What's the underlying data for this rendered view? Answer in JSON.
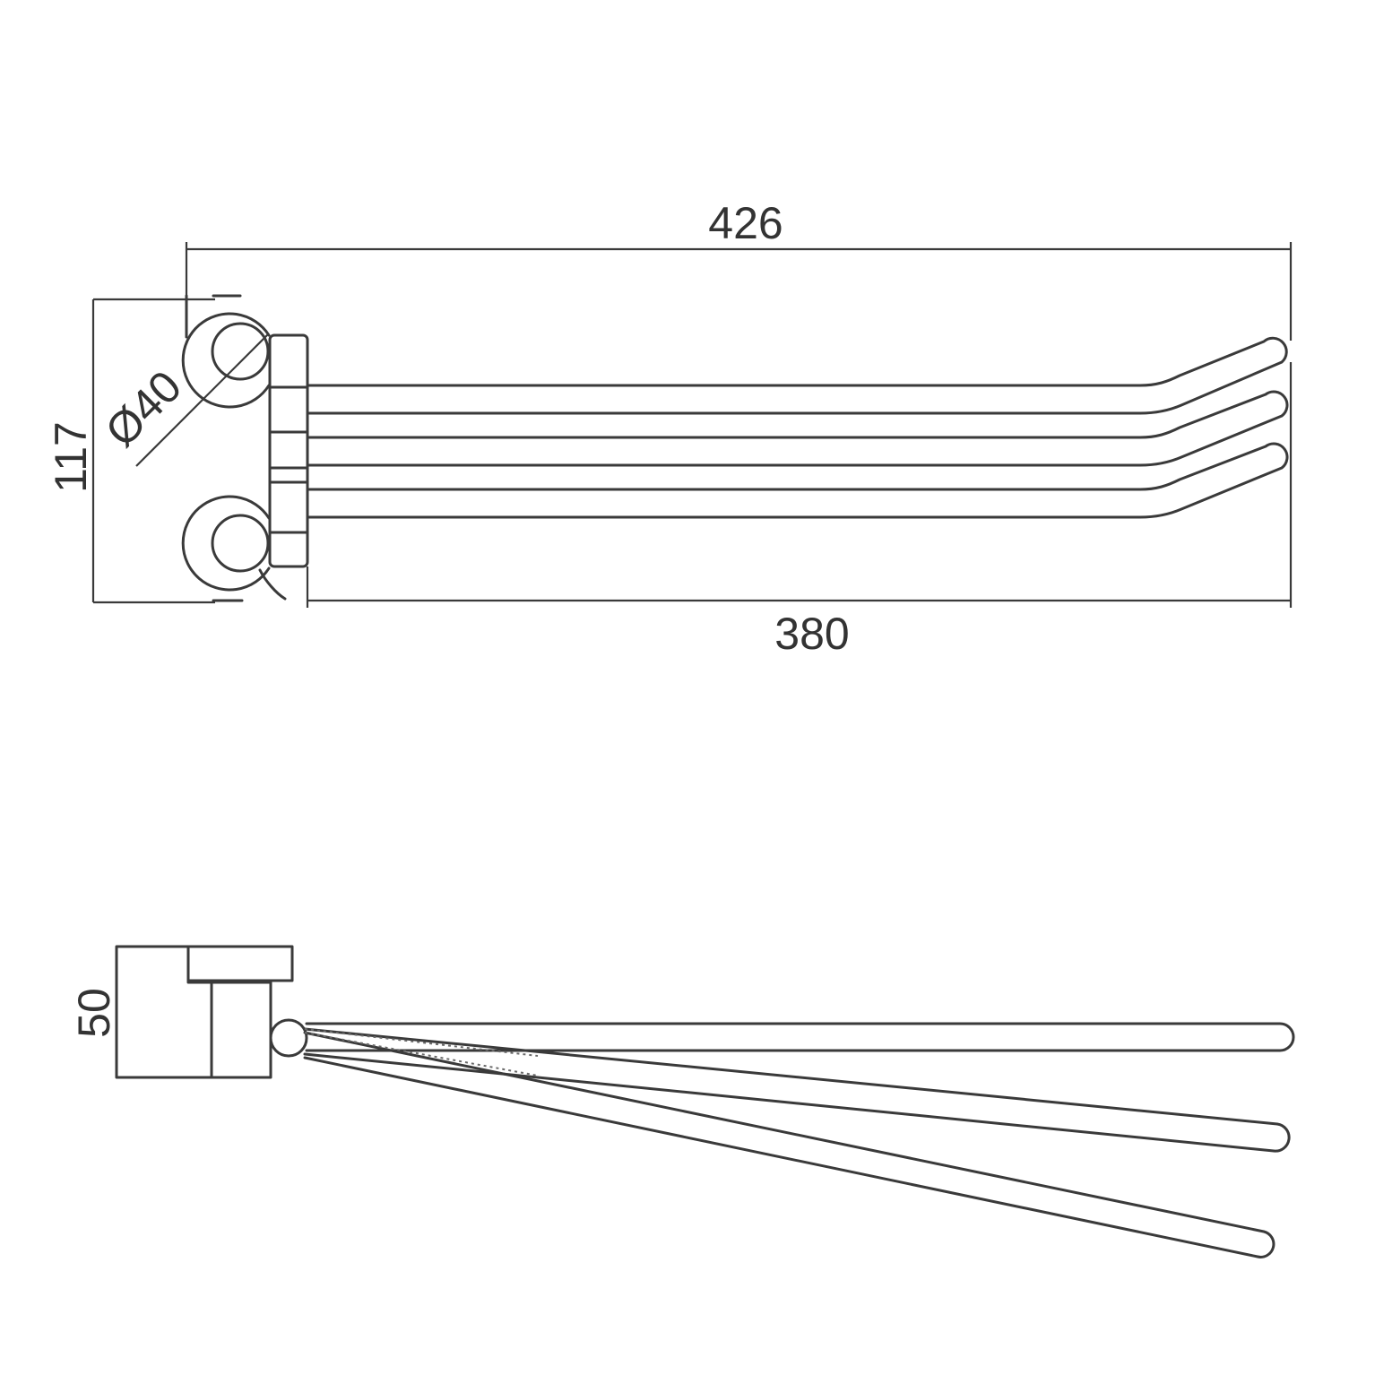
{
  "dimensions": {
    "overall_length": "426",
    "arm_length": "380",
    "height": "117",
    "flange_diameter": "Ø40",
    "projection": "50"
  },
  "colors": {
    "line": "#3a3a3a",
    "text": "#333333",
    "background": "#ffffff"
  }
}
